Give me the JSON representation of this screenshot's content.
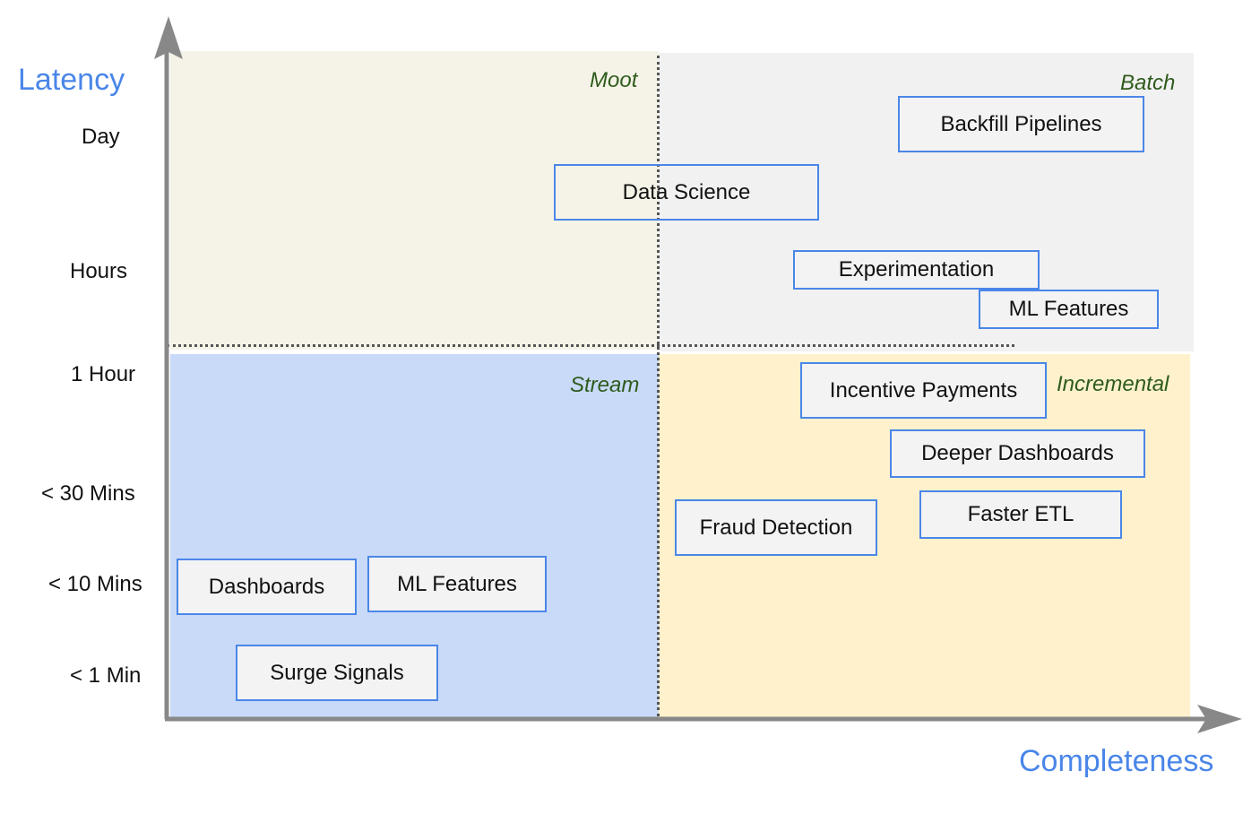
{
  "axes": {
    "y_title": "Latency",
    "x_title": "Completeness",
    "y_ticks": [
      "Day",
      "Hours",
      "1 Hour",
      "< 30 Mins",
      "< 10 Mins",
      "< 1 Min"
    ]
  },
  "quadrants": {
    "moot": "Moot",
    "batch": "Batch",
    "stream": "Stream",
    "incremental": "Incremental"
  },
  "colors": {
    "moot": "#f5f3e7",
    "batch": "#f1f1f2",
    "stream": "#c9daf8",
    "incremental": "#fef1cc",
    "box_border": "#4a86e8",
    "axis": "#888888",
    "axis_title": "#4a86e8",
    "quadrant_label": "#2e5b1b"
  },
  "boxes": {
    "backfill_pipelines": "Backfill Pipelines",
    "data_science": "Data Science",
    "experimentation": "Experimentation",
    "ml_features_batch": "ML Features",
    "incentive_payments": "Incentive Payments",
    "deeper_dashboards": "Deeper Dashboards",
    "faster_etl": "Faster ETL",
    "fraud_detection": "Fraud Detection",
    "dashboards": "Dashboards",
    "ml_features_stream": "ML Features",
    "surge_signals": "Surge Signals"
  }
}
